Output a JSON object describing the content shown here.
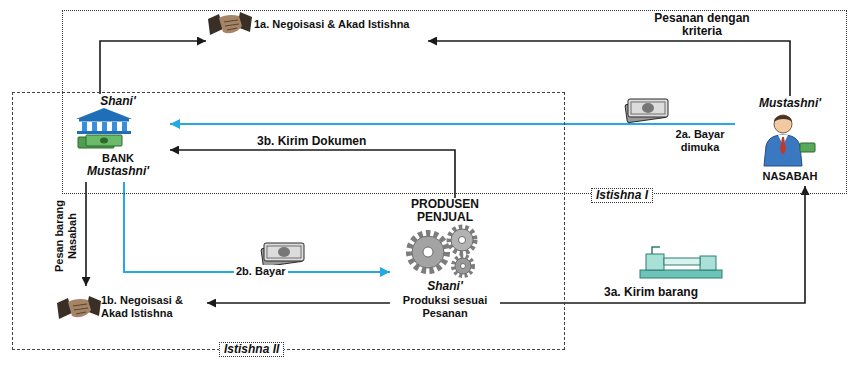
{
  "diagram": {
    "nodes": [
      {
        "text": [
          "Istishna I"
        ]
      },
      {
        "text": [
          "Istishna II"
        ]
      },
      {
        "text": [
          "1a. Negoisasi & Akad Istishna"
        ]
      },
      {
        "text": [
          "Shani'",
          "BANK",
          "Mustashni'"
        ]
      },
      {
        "text": [
          "Mustashni'",
          "NASABAH"
        ]
      },
      {
        "text": [
          "PRODUSEN PENJUAL",
          "Shani'",
          "Produksi sesuai Pesanan"
        ]
      },
      {
        "text": [
          "1b. Negoisasi & Akad Istishna"
        ]
      }
    ],
    "edges": [
      {
        "from": 4,
        "to": 2,
        "label": "Pesanan dengan kriteria",
        "arrow": "to"
      },
      {
        "from": 3,
        "to": 2,
        "arrow": "to"
      },
      {
        "from": 3,
        "to": 6,
        "label": "Pesan barang Nasabah",
        "arrow": "to"
      },
      {
        "from": 5,
        "to": 6,
        "arrow": "to"
      },
      {
        "from": 4,
        "to": 3,
        "label": "2a. Bayar dimuka",
        "arrow": "to"
      },
      {
        "from": 3,
        "to": 5,
        "label": "2b. Bayar",
        "arrow": "to"
      },
      {
        "from": 5,
        "to": 4,
        "label": "3a. Kirim barang",
        "arrow": "to"
      },
      {
        "from": 5,
        "to": 3,
        "label": "3b. Kirim Dokumen",
        "arrow": "to"
      }
    ]
  }
}
